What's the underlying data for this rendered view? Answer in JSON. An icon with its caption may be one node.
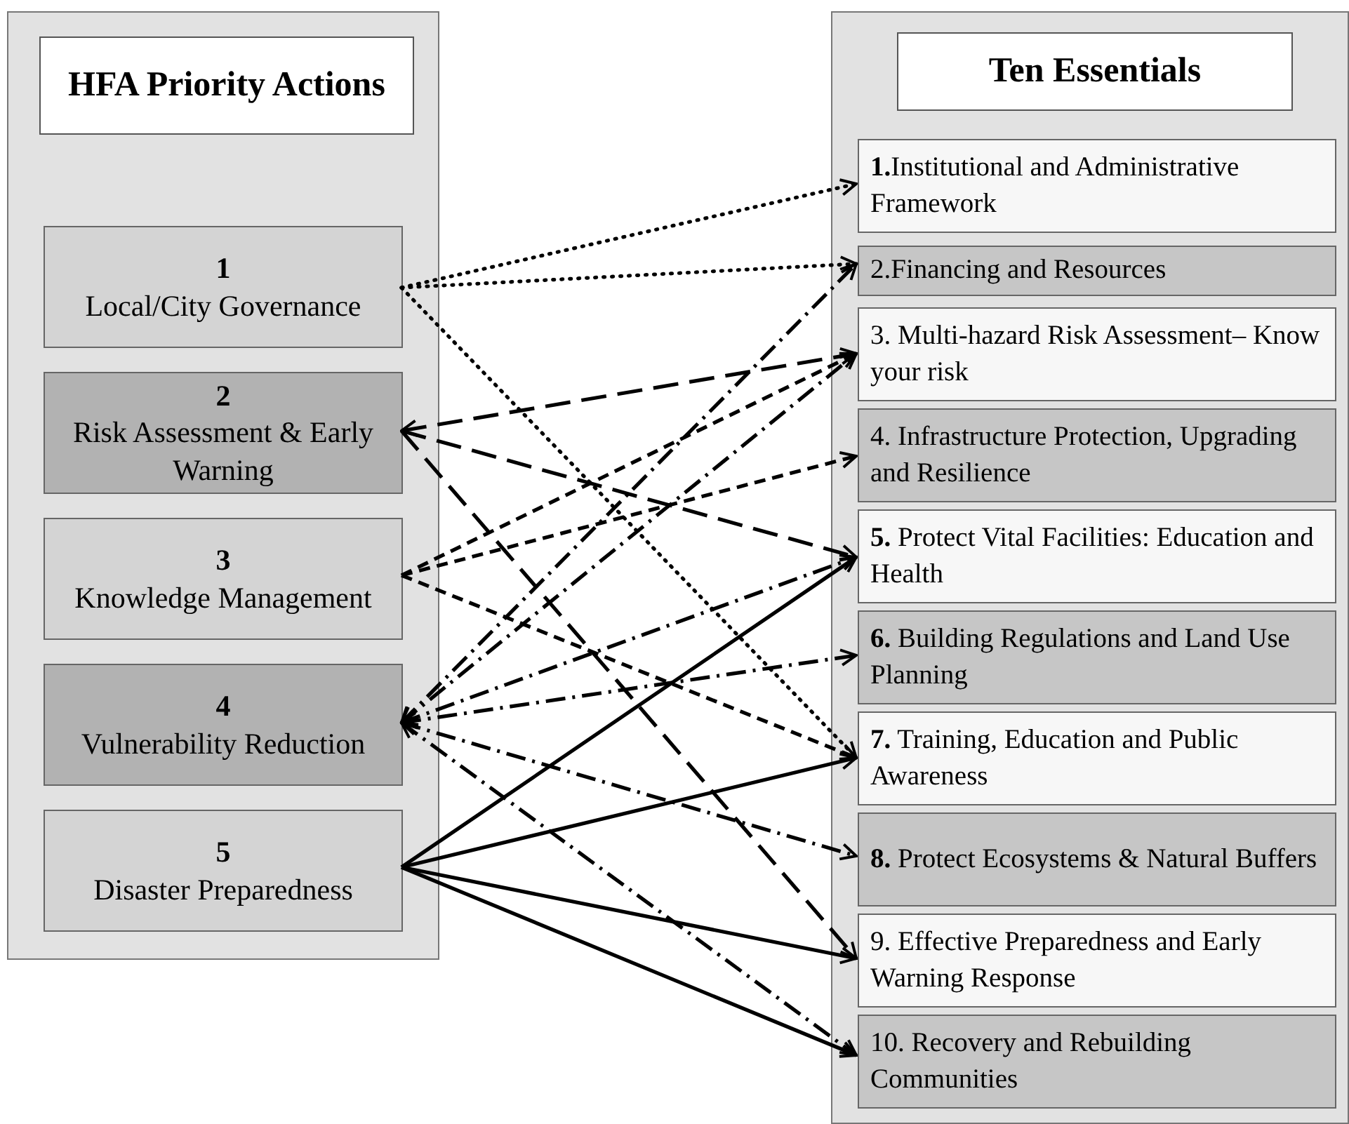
{
  "diagram": {
    "nodes": [
      {
        "text": [
          "HFA Priority Actions"
        ]
      },
      {
        "text": [
          "1",
          "Local/City Governance"
        ],
        "in": 0
      },
      {
        "text": [
          "2",
          "Risk Assessment & Early Warning"
        ],
        "in": 0
      },
      {
        "text": [
          "3",
          "Knowledge Management"
        ],
        "in": 0
      },
      {
        "text": [
          "4",
          "Vulnerability Reduction"
        ],
        "in": 0
      },
      {
        "text": [
          "5",
          "Disaster Preparedness"
        ],
        "in": 0
      },
      {
        "text": [
          "Ten Essentials"
        ]
      },
      {
        "text": [
          "**1.**Institutional and Administrative Framework"
        ],
        "in": 6
      },
      {
        "text": [
          "2.Financing and Resources"
        ],
        "in": 6
      },
      {
        "text": [
          "3. Multi-hazard Risk Assessment– Know your risk"
        ],
        "in": 6
      },
      {
        "text": [
          "4. Infrastructure Protection, Upgrading and Resilience"
        ],
        "in": 6
      },
      {
        "text": [
          "**5.** Protect Vital Facilities: Education and Health"
        ],
        "in": 6
      },
      {
        "text": [
          "**6.** Building Regulations and Land Use Planning"
        ],
        "in": 6
      },
      {
        "text": [
          "**7.** Training, Education and Public Awareness"
        ],
        "in": 6
      },
      {
        "text": [
          "**8.** Protect Ecosystems & Natural Buffers"
        ],
        "in": 6
      },
      {
        "text": [
          "9. Effective Preparedness and Early Warning Response"
        ],
        "in": 6
      },
      {
        "text": [
          "10. Recovery and Rebuilding Communities"
        ],
        "in": 6
      }
    ],
    "edges": [
      {
        "from": 1,
        "to": 7,
        "arrow": "to",
        "style": "dashed"
      },
      {
        "from": 1,
        "to": 8,
        "arrow": "to",
        "style": "dashed"
      },
      {
        "from": 1,
        "to": 13,
        "arrow": "to",
        "style": "dashed"
      },
      {
        "from": 2,
        "to": 9,
        "arrow": "both",
        "style": "dashed"
      },
      {
        "from": 2,
        "to": 11,
        "arrow": "to",
        "style": "dashed"
      },
      {
        "from": 2,
        "to": 15,
        "arrow": "to",
        "style": "dashed"
      },
      {
        "from": 3,
        "to": 9,
        "arrow": "to",
        "style": "dashed"
      },
      {
        "from": 3,
        "to": 10,
        "arrow": "to",
        "style": "dashed"
      },
      {
        "from": 3,
        "to": 13,
        "arrow": "to",
        "style": "dashed"
      },
      {
        "from": 4,
        "to": 8,
        "arrow": "both",
        "style": "dashed"
      },
      {
        "from": 4,
        "to": 9,
        "arrow": "both",
        "style": "dashed"
      },
      {
        "from": 4,
        "to": 11,
        "arrow": "both",
        "style": "dashed"
      },
      {
        "from": 4,
        "to": 12,
        "arrow": "both",
        "style": "dashed"
      },
      {
        "from": 4,
        "to": 14,
        "arrow": "both",
        "style": "dashed"
      },
      {
        "from": 4,
        "to": 16,
        "arrow": "both",
        "style": "dashed"
      },
      {
        "from": 5,
        "to": 11,
        "arrow": "to"
      },
      {
        "from": 5,
        "to": 13,
        "arrow": "to"
      },
      {
        "from": 5,
        "to": 15,
        "arrow": "to"
      },
      {
        "from": 5,
        "to": 16,
        "arrow": "to"
      }
    ]
  }
}
